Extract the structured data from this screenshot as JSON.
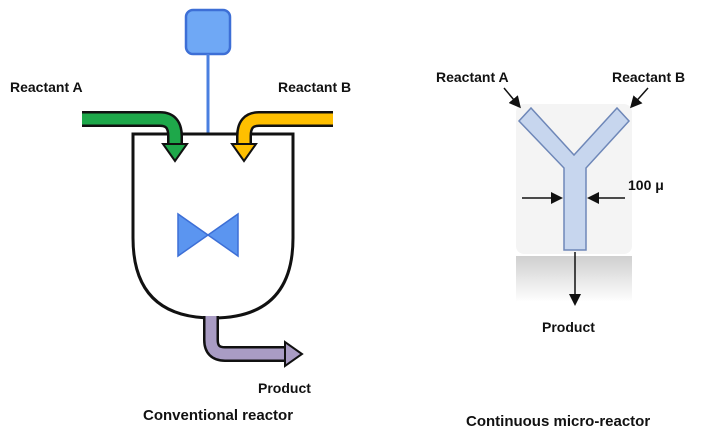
{
  "left": {
    "reactant_a": "Reactant A",
    "reactant_b": "Reactant B",
    "product": "Product",
    "caption": "Conventional reactor"
  },
  "right": {
    "reactant_a": "Reactant A",
    "reactant_b": "Reactant B",
    "width_label": "100 μ",
    "product": "Product",
    "caption": "Continuous micro-reactor"
  },
  "colors": {
    "motor": "#6fa8f5",
    "shaft": "#4a7fe0",
    "impeller": "#5b95f0",
    "reactant_a_pipe": "#1ea84a",
    "reactant_b_pipe": "#ffbf00",
    "product_pipe": "#a99cc4",
    "chip_channel": "#c7d6ee"
  }
}
